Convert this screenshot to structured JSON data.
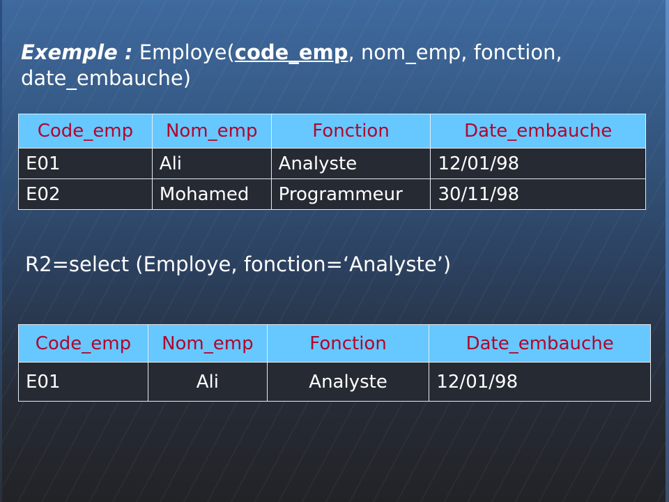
{
  "heading": {
    "lead": "Exemple :",
    "relation_name": "Employe(",
    "key_attribute": "code_emp",
    "rest_line1": ", nom_emp, fonction,",
    "rest_line2": "date_embauche)"
  },
  "table_employe": {
    "headers": [
      "Code_emp",
      "Nom_emp",
      "Fonction",
      "Date_embauche"
    ],
    "rows": [
      [
        "E01",
        "Ali",
        "Analyste",
        "12/01/98"
      ],
      [
        "E02",
        "Mohamed",
        "Programmeur",
        "30/11/98"
      ]
    ]
  },
  "query": {
    "text": "R2=select (Employe, fonction=‘Analyste’)"
  },
  "table_result": {
    "headers": [
      "Code_emp",
      "Nom_emp",
      "Fonction",
      "Date_embauche"
    ],
    "rows": [
      [
        "E01",
        "Ali",
        "Analyste",
        "12/01/98"
      ]
    ]
  },
  "colors": {
    "header_bg": "#66c8ff",
    "header_text": "#b0062e",
    "cell_bg": "#262a33",
    "text": "#ffffff"
  }
}
